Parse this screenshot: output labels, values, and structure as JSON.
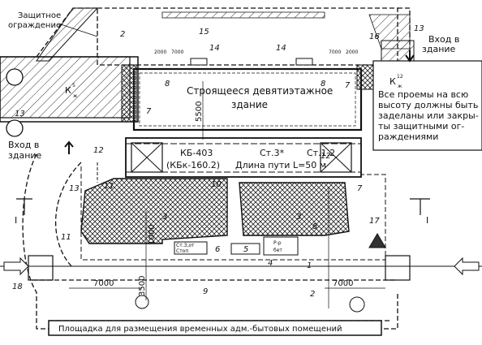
{
  "labels": {
    "fence": [
      "Защитное",
      "ограждение"
    ],
    "entry_left": [
      "Вход в",
      "здание"
    ],
    "entry_right": [
      "Вход в",
      "здание"
    ],
    "building": [
      "Строящееся девятиэтажное",
      "здание"
    ],
    "note": [
      "Все проемы на всю",
      "высоту должны быть",
      "заделаны или закры-",
      "ты защитными ог-",
      "раждениями"
    ],
    "crane_left": "КБ-403",
    "crane_left_alt": "(КБк-160.2)",
    "crane_st3": "Ст.3*",
    "crane_st12": "Ст.1,2",
    "crane_path": "Длина пути L=50 м",
    "bottom_area": "Площадка для размещения временных адм.-бытовых помещений",
    "stack_left": "Ст.3,от",
    "stack_left2": "Стоп",
    "mortar": "Р-р",
    "mortar2": "бет",
    "section_mark": "I",
    "k_left_base": "К",
    "k_left_sup": "5",
    "k_left_sub": "ж",
    "k_right_base": "К",
    "k_right_sup": "12",
    "k_right_sub": "ж"
  },
  "dimensions": {
    "d5500": "5500",
    "d3500": "3500",
    "d1000": "1000",
    "d7000_left": "7000",
    "d7000_right": "7000",
    "d2000a": "2000",
    "d7000a": "7000",
    "d7000b": "7000",
    "d2000b": "2000"
  },
  "callouts": {
    "n1": "1",
    "n2a": "2",
    "n2b": "2",
    "n3a": "3",
    "n3b": "3",
    "n4": "4",
    "n5": "5",
    "n6": "6",
    "n7a": "7",
    "n7b": "7",
    "n7c": "7",
    "n8a": "8",
    "n8b": "8",
    "n8c": "8",
    "n9": "9",
    "n10": "10",
    "n11a": "11",
    "n11b": "11",
    "n12a": "12",
    "n12b": "12",
    "n13a": "13",
    "n13b": "13",
    "n13c": "13",
    "n14a": "14",
    "n14b": "14",
    "n15": "15",
    "n16": "16",
    "n17": "17",
    "n18": "18"
  }
}
